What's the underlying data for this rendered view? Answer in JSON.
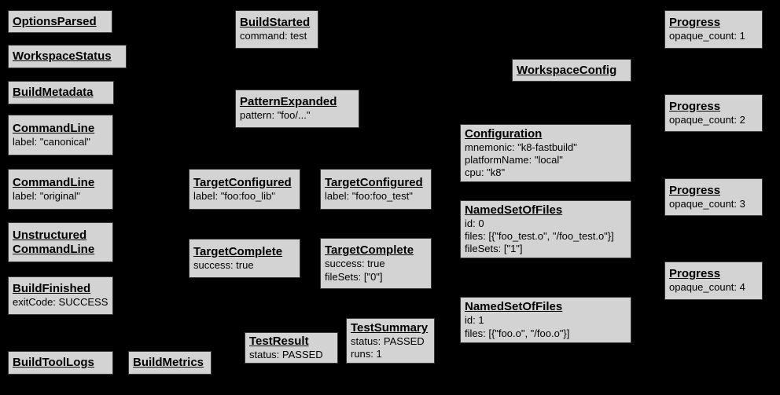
{
  "colors": {
    "background": "#000000",
    "node_fill": "#d3d3d3",
    "node_border": "#383838",
    "text": "#000000"
  },
  "nodes": [
    {
      "title": "OptionsParsed",
      "body": ""
    },
    {
      "title": "WorkspaceStatus",
      "body": ""
    },
    {
      "title": "BuildMetadata",
      "body": ""
    },
    {
      "title": "CommandLine",
      "body": "label: \"canonical\""
    },
    {
      "title": "CommandLine",
      "body": "label: \"original\""
    },
    {
      "title": "Unstructured\nCommandLine",
      "body": ""
    },
    {
      "title": "BuildFinished",
      "body": "exitCode: SUCCESS"
    },
    {
      "title": "BuildToolLogs",
      "body": ""
    },
    {
      "title": "BuildMetrics",
      "body": ""
    },
    {
      "title": "BuildStarted",
      "body": "command: test"
    },
    {
      "title": "PatternExpanded",
      "body": "pattern: \"foo/...\""
    },
    {
      "title": "TargetConfigured",
      "body": "label: \"foo:foo_lib\""
    },
    {
      "title": "TargetConfigured",
      "body": "label: \"foo:foo_test\""
    },
    {
      "title": "TargetComplete",
      "body": "success: true"
    },
    {
      "title": "TargetComplete",
      "body": "success: true\nfileSets: [\"0\"]"
    },
    {
      "title": "TestResult",
      "body": "status: PASSED"
    },
    {
      "title": "TestSummary",
      "body": "status: PASSED\nruns: 1"
    },
    {
      "title": "WorkspaceConfig",
      "body": ""
    },
    {
      "title": "Configuration",
      "body": "mnemonic: \"k8-fastbuild\"\nplatformName: \"local\"\ncpu: \"k8\""
    },
    {
      "title": "NamedSetOfFiles",
      "body": "id: 0\nfiles: [{\"foo_test.o\", \"/foo_test.o\"}]\nfileSets: [\"1\"]"
    },
    {
      "title": "NamedSetOfFiles",
      "body": "id: 1\nfiles: [{\"foo.o\", \"/foo.o\"}]"
    },
    {
      "title": "Progress",
      "body": "opaque_count: 1"
    },
    {
      "title": "Progress",
      "body": "opaque_count: 2"
    },
    {
      "title": "Progress",
      "body": "opaque_count: 3"
    },
    {
      "title": "Progress",
      "body": "opaque_count: 4"
    }
  ]
}
